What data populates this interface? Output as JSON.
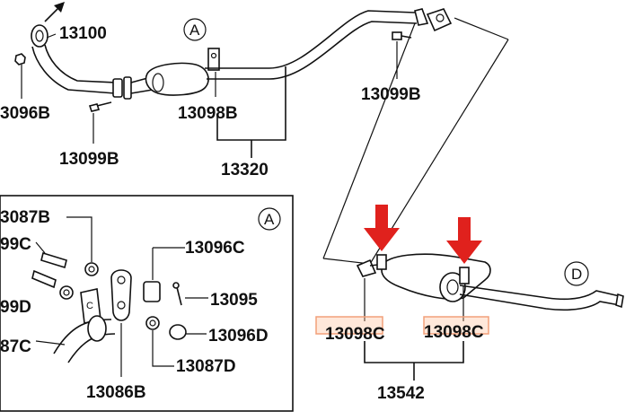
{
  "callouts": {
    "upper_a": "A",
    "inset_a": "A",
    "d": "D"
  },
  "labels": {
    "p13100": "13100",
    "p13096b": "3096B",
    "p13099b_left": "13099B",
    "p13098b": "13098B",
    "p13320": "13320",
    "p13099b_right": "13099B",
    "p13087b": "3087B",
    "p13099c": "99C",
    "p13096c": "13096C",
    "p13099d": "99D",
    "p13095": "13095",
    "p13087c": "87C",
    "p13096d": "13096D",
    "p13087d": "13087D",
    "p13086b": "13086B",
    "p13098c_left": "13098C",
    "p13098c_right": "13098C",
    "p13542": "13542",
    "bracket_letter": "C"
  },
  "colors": {
    "arrow_red": "#e0211d",
    "highlight": "#f2a07a"
  }
}
